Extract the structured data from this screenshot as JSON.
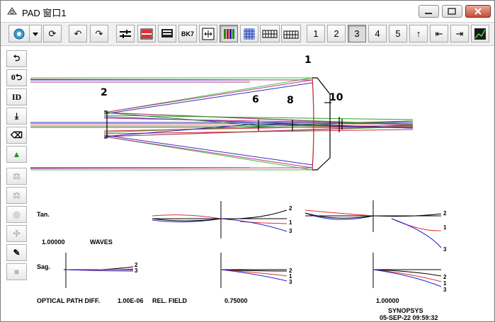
{
  "window": {
    "title": "PAD 窗口1"
  },
  "toolbar": {
    "buttons": [
      {
        "icon": "gear-icon"
      },
      {
        "icon": "dropdown-arrow-icon"
      },
      {
        "icon": "refresh-icon"
      },
      {
        "icon": "undo-icon"
      },
      {
        "icon": "redo-icon"
      },
      {
        "icon": "sliders-icon"
      },
      {
        "icon": "split-view-icon"
      },
      {
        "icon": "monitor-icon"
      },
      {
        "icon": "glass-catalog-icon",
        "label": "BK7"
      },
      {
        "icon": "zoom-fit-icon"
      },
      {
        "icon": "color-bars-icon"
      },
      {
        "icon": "pattern-icon"
      },
      {
        "icon": "keyboard-icon"
      },
      {
        "icon": "keypad-icon"
      }
    ],
    "number_buttons": [
      "1",
      "2",
      "3",
      "4",
      "5"
    ],
    "selected_number": "3",
    "nav_icons": [
      "arrow-up-icon",
      "first-icon",
      "last-icon",
      "chart-icon"
    ]
  },
  "left_toolbar": {
    "buttons": [
      {
        "icon": "undo-arrow-icon",
        "label": "⮌"
      },
      {
        "icon": "zero-undo-icon",
        "label": "0⮌"
      },
      {
        "icon": "id-icon",
        "label": "ID"
      },
      {
        "icon": "download-icon",
        "label": "⤓"
      },
      {
        "icon": "eraser-icon",
        "label": "⌫"
      },
      {
        "icon": "triangle-icon",
        "label": "▲"
      },
      {
        "icon": "tool-1-icon",
        "label": "⚖"
      },
      {
        "icon": "tool-2-icon",
        "label": "⚖"
      },
      {
        "icon": "tool-3-icon",
        "label": "◎"
      },
      {
        "icon": "tool-4-icon",
        "label": "✣"
      },
      {
        "icon": "pen-icon",
        "label": "✎"
      },
      {
        "icon": "shape-icon",
        "label": "■"
      }
    ]
  },
  "layout": {
    "surface_labels": [
      "1",
      "2",
      "6",
      "8",
      "10"
    ]
  },
  "opd": {
    "tan_label": "Tan.",
    "sag_label": "Sag.",
    "scale_value": "1.00000",
    "scale_unit": "WAVES",
    "footer_label": "OPTICAL PATH DIFF.",
    "footer_value": "1.00E-06",
    "rel_field_label": "REL. FIELD",
    "fields": [
      "0.75000",
      "1.00000"
    ],
    "curve_labels": [
      "2",
      "1",
      "3"
    ],
    "colors": {
      "c1": "#e03030",
      "c2": "#000000",
      "c3": "#2020d0"
    }
  },
  "stamp": {
    "program": "SYNOPSYS",
    "date_time": "05-SEP-22  09:59:32"
  }
}
